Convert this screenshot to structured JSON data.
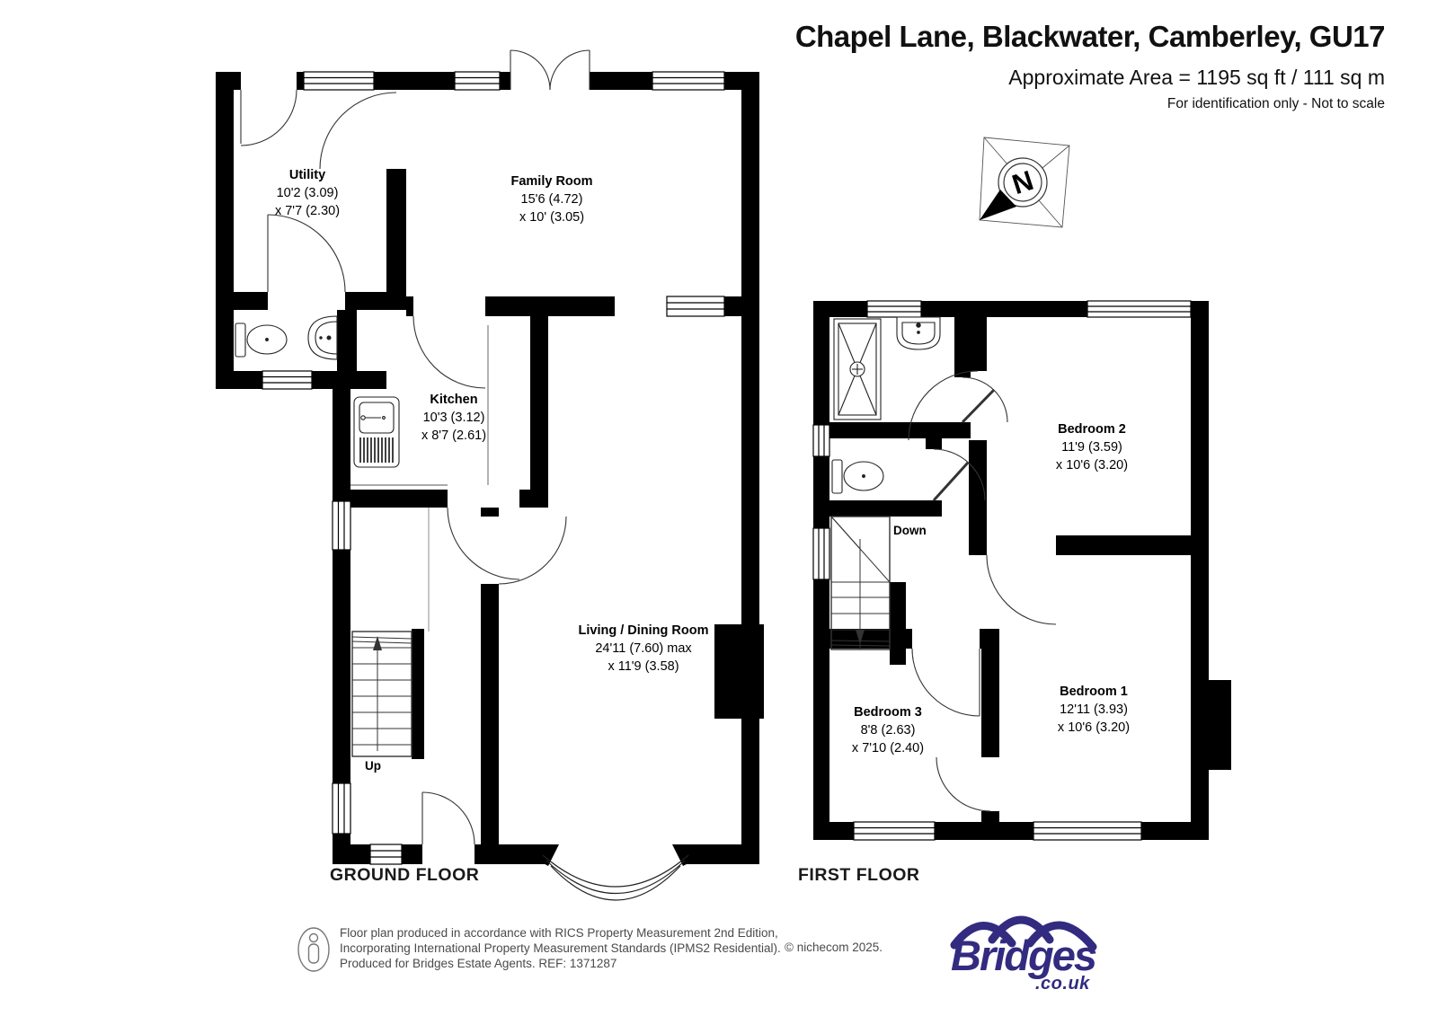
{
  "header": {
    "title": "Chapel Lane, Blackwater, Camberley, GU17",
    "area_line": "Approximate Area = 1195 sq ft / 111 sq m",
    "disclaimer": "For identification only - Not to scale"
  },
  "compass": {
    "letter": "N"
  },
  "floors": {
    "ground": {
      "label": "GROUND FLOOR",
      "stairs_label": "Up",
      "rooms": {
        "utility": {
          "name": "Utility",
          "dim1": "10'2 (3.09)",
          "dim2": "x 7'7 (2.30)"
        },
        "family": {
          "name": "Family Room",
          "dim1": "15'6 (4.72)",
          "dim2": "x 10' (3.05)"
        },
        "kitchen": {
          "name": "Kitchen",
          "dim1": "10'3 (3.12)",
          "dim2": "x 8'7 (2.61)"
        },
        "living": {
          "name": "Living / Dining Room",
          "dim1": "24'11 (7.60) max",
          "dim2": "x 11'9 (3.58)"
        }
      }
    },
    "first": {
      "label": "FIRST FLOOR",
      "stairs_label": "Down",
      "rooms": {
        "bedroom2": {
          "name": "Bedroom 2",
          "dim1": "11'9 (3.59)",
          "dim2": "x 10'6 (3.20)"
        },
        "bedroom1": {
          "name": "Bedroom 1",
          "dim1": "12'11 (3.93)",
          "dim2": "x 10'6 (3.20)"
        },
        "bedroom3": {
          "name": "Bedroom 3",
          "dim1": "8'8 (2.63)",
          "dim2": "x 7'10 (2.40)"
        }
      }
    }
  },
  "fixtures": [
    "toilet-icon",
    "basin-icon",
    "shower-tray-icon",
    "stairs-icon",
    "bay-window-icon",
    "compass-rose-icon",
    "person-icon"
  ],
  "footer": {
    "line1": "Floor plan produced in accordance with RICS Property Measurement 2nd Edition,",
    "line2": "Incorporating International Property Measurement Standards (IPMS2 Residential).",
    "line3": "Produced for Bridges Estate Agents.   REF: 1371287",
    "copyright": "© nichecom 2025."
  },
  "logo": {
    "brand": "Bridges",
    "domain": ".co.uk",
    "color": "#322b80"
  }
}
